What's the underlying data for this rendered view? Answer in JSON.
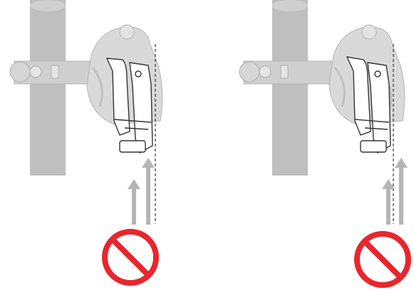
{
  "figure": {
    "description_free": true,
    "panels": [
      {
        "id": "left",
        "variant": "mounting-incorrect-a",
        "symbol": "prohibited-icon"
      },
      {
        "id": "right",
        "variant": "mounting-incorrect-b",
        "symbol": "prohibited-icon"
      }
    ]
  },
  "colors": {
    "tube": "#bfbfbf",
    "arrow": "#b5b5b5",
    "prohibit": "#e8262d",
    "line": "#333333",
    "derailleur_fill": "#d9d9d9",
    "plate_fill": "#ffffff"
  }
}
